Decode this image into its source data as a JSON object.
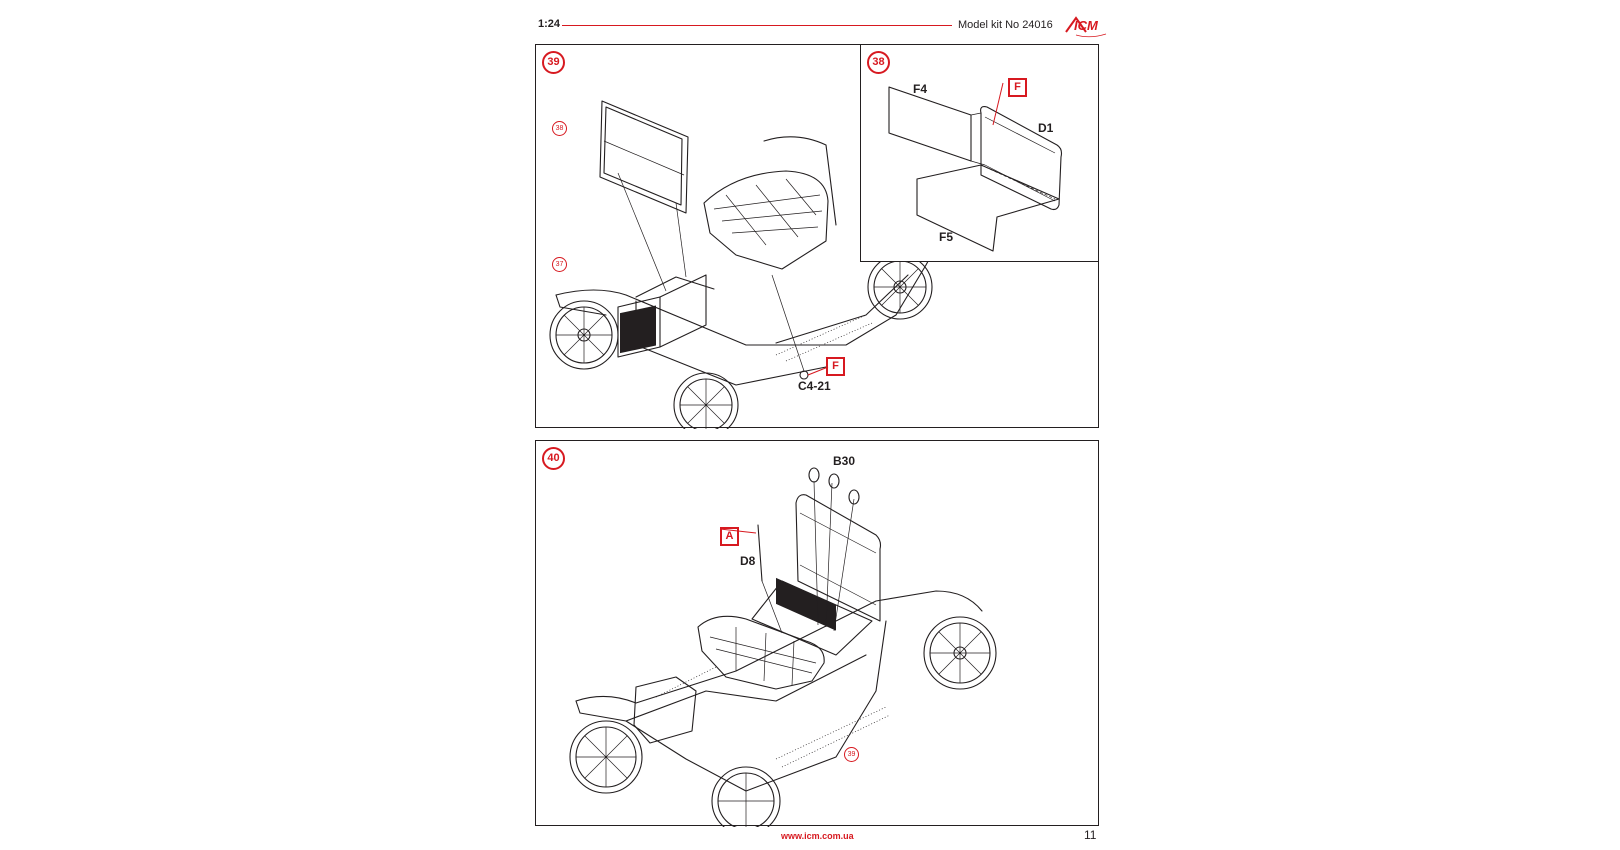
{
  "header": {
    "scale": "1:24",
    "kit_number": "Model kit No 24016",
    "logo_text": "ICM",
    "accent_color": "#d71920"
  },
  "steps": [
    {
      "number": "39",
      "refs": [
        "38",
        "37"
      ],
      "boxes": [
        "F"
      ],
      "parts": [
        "C4-21"
      ]
    },
    {
      "number": "38",
      "boxes": [
        "F"
      ],
      "parts": [
        "F4",
        "D1",
        "F5"
      ]
    },
    {
      "number": "40",
      "refs": [
        "39"
      ],
      "boxes": [
        "A"
      ],
      "parts": [
        "B30",
        "D8"
      ]
    }
  ],
  "footer": {
    "url": "www.icm.com.ua",
    "page_number": "11"
  }
}
